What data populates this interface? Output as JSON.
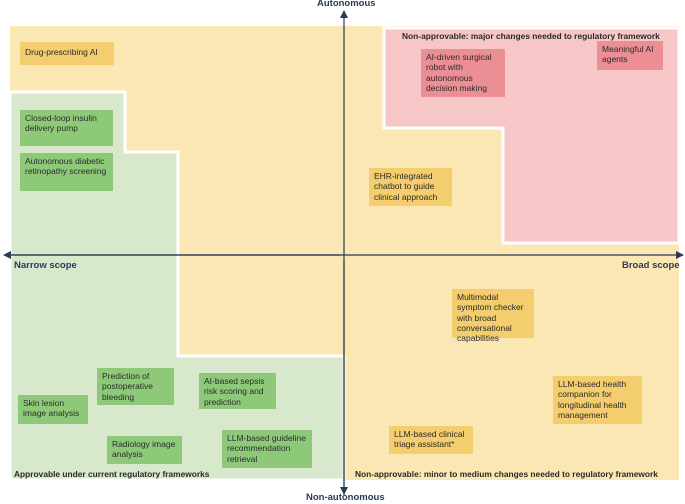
{
  "axes": {
    "top": "Autonomous",
    "bottom": "Non-autonomous",
    "left": "Narrow scope",
    "right": "Broad scope"
  },
  "regions": {
    "red": "Non-approvable: major changes needed to regulatory framework",
    "green": "Approvable under current regulatory frameworks",
    "yellow": "Non-approvable: minor to medium changes needed to regulatory framework"
  },
  "colors": {
    "yellow_region": "#fbe7b4",
    "green_region": "#d8e8cc",
    "red_region": "#f7c7c8",
    "green_box": "#8ec97a",
    "yellow_box": "#f3cd6e",
    "red_box": "#eb8f94",
    "axis": "#2a3a55"
  },
  "items": {
    "drug_prescribing": "Drug-prescribing AI",
    "surgical_robot": "AI-driven surgical robot with autonomous decision making",
    "ai_agents": "Meaningful AI agents",
    "insulin_pump": "Closed-loop insulin delivery pump",
    "retinopathy": "Autonomous diabetic retinopathy screening",
    "ehr_chatbot": "EHR-integrated chatbot to guide clinical approach",
    "symptom_checker": "Multimodal symptom checker with broad conversational capabilities",
    "bleeding": "Prediction of postoperative bleeding",
    "sepsis": "AI-based sepsis risk scoring and prediction",
    "skin_lesion": "Skin lesion image analysis",
    "health_companion": "LLM-based health companion for longitudinal health management",
    "radiology": "Radiology image analysis",
    "guideline": "LLM-based guideline recommendation retrieval",
    "triage": "LLM-based clinical triage assistant*"
  }
}
